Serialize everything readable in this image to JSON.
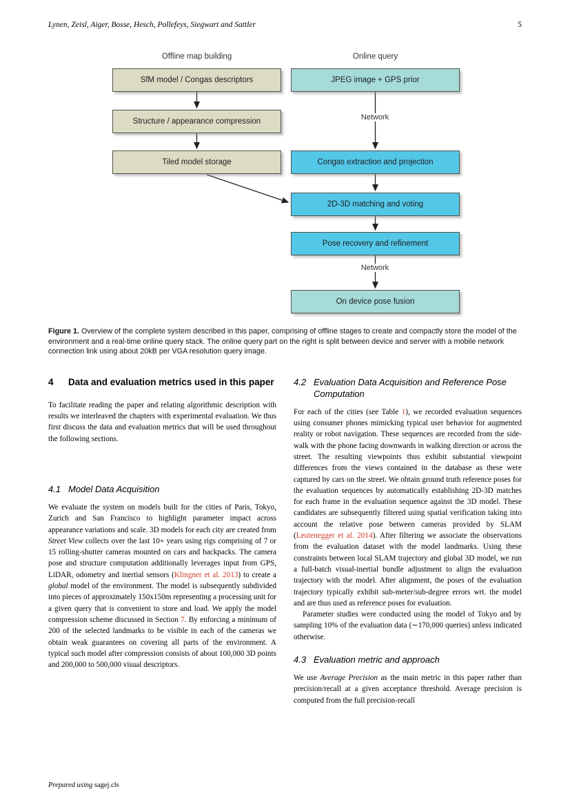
{
  "colors": {
    "offline_fill": "#dcdcc4",
    "device_fill": "#a5dbd9",
    "server_fill": "#53c7e8",
    "box_border": "#50504a",
    "link": "#cc3726"
  },
  "page": {
    "header": {
      "authors": "Lynen, Zeisl, Aiger, Bosse, Hesch, Pollefeys, Siegwart and Sattler",
      "page_number": "5"
    },
    "footer": {
      "prefix": "Prepared using ",
      "cls": "sagej.cls"
    }
  },
  "figure": {
    "column_labels": {
      "offline": "Offline map building",
      "online": "Online query"
    },
    "offline_boxes": [
      {
        "label": "SfM model / Congas descriptors"
      },
      {
        "label": "Structure / appearance compression"
      },
      {
        "label": "Tiled model storage"
      }
    ],
    "online_boxes": [
      {
        "label": "JPEG image + GPS prior"
      },
      {
        "label": "Congas extraction and projection"
      },
      {
        "label": "2D-3D matching and voting"
      },
      {
        "label": "Pose recovery and refinement"
      },
      {
        "label": "On device pose fusion"
      }
    ],
    "network_labels": [
      "Network",
      "Network"
    ],
    "caption": {
      "label": "Figure 1.",
      "text": " Overview of the complete system described in this paper, comprising of offline stages to create and compactly store the model of the environment and a real-time online query stack. The online query part on the right is split between device and server with a mobile network connection link using about 20kB per VGA resolution query image."
    }
  },
  "content": {
    "section4": {
      "number": "4",
      "title": "Data and evaluation metrics used in this paper"
    },
    "s4_intro": [
      {
        "t": "To facilitate reading the paper and relating algorithmic description with results we interleaved the chapters with experimental evaluation. We thus first discuss the data and evaluation metrics that will be used throughout the following sections."
      }
    ],
    "section41": {
      "number": "4.1",
      "title": "Model Data Acquisition"
    },
    "s41_p1": [
      {
        "t": "We evaluate the system on models built for the cities of Paris, Tokyo, Zurich and San Francisco to highlight parameter impact across appearance variations and scale. 3D models for each city are created from "
      },
      {
        "t": "Street View",
        "s": "i"
      },
      {
        "t": " collects over the last 10+ years using rigs comprising of 7 or 15 rolling-shutter cameras mounted on cars and backpacks. The camera pose and structure computation additionally leverages input from GPS, LiDAR, odometry and inertial sensors ("
      },
      {
        "t": "Klingner et al. 2013",
        "s": "r"
      },
      {
        "t": ") to create a "
      },
      {
        "t": "global",
        "s": "i"
      },
      {
        "t": " model of the environment. The model is subsequently subdivided into pieces of approximately 150x150m representing a processing unit for a given query that is convenient to store and load. We apply the model compression scheme discussed in Section "
      },
      {
        "t": "7",
        "s": "r"
      },
      {
        "t": ". By enforcing a minimum of 200 of the selected landmarks to be visible in each of the cameras we obtain weak guarantees on covering all parts of the environment. A typical such model after compression consists of about 100,000 3D points and 200,000 to 500,000 visual descriptors."
      }
    ],
    "section42": {
      "number": "4.2",
      "title": "Evaluation Data Acquisition and Reference Pose Computation"
    },
    "s42_p1": [
      {
        "t": "For each of the cities (see Table "
      },
      {
        "t": "1",
        "s": "r"
      },
      {
        "t": "), we recorded evaluation sequences using consumer phones mimicking typical user behavior for augmented reality or robot navigation. These sequences are recorded from the side-walk with the phone facing downwards in walking direction or across the street. The resulting viewpoints thus exhibit substantial viewpoint differences from the views contained in the database as these were captured by cars on the street. We obtain ground truth reference poses for the evaluation sequences by automatically establishing 2D-3D matches for each frame in the evaluation sequence against the 3D model. These candidates are subsequently filtered using spatial verification taking into account the relative pose between cameras provided by SLAM ("
      },
      {
        "t": "Leutenegger et al. 2014",
        "s": "r"
      },
      {
        "t": "). After filtering we associate the observations from the evaluation dataset with the model landmarks. Using these constraints between local SLAM trajectory and global 3D model, we run a full-batch visual-inertial bundle adjustment to align the evaluation trajectory with the model. After alignment, the poses of the evaluation trajectory typically exhibit sub-meter/sub-degree errors wrt. the model and are thus used as reference poses for evaluation."
      }
    ],
    "s42_p2": [
      {
        "t": "Parameter studies were conducted using the model of Tokyo and by sampling 10% of the evaluation data (∼170,000 queries) unless indicated otherwise."
      }
    ],
    "section43": {
      "number": "4.3",
      "title": "Evaluation metric and approach"
    },
    "s43_p1": [
      {
        "t": "We use "
      },
      {
        "t": "Average Precision",
        "s": "i"
      },
      {
        "t": " as the main metric in this paper rather than precision/recall at a given acceptance threshold. Average precision is computed from the full precision-recall"
      }
    ]
  }
}
